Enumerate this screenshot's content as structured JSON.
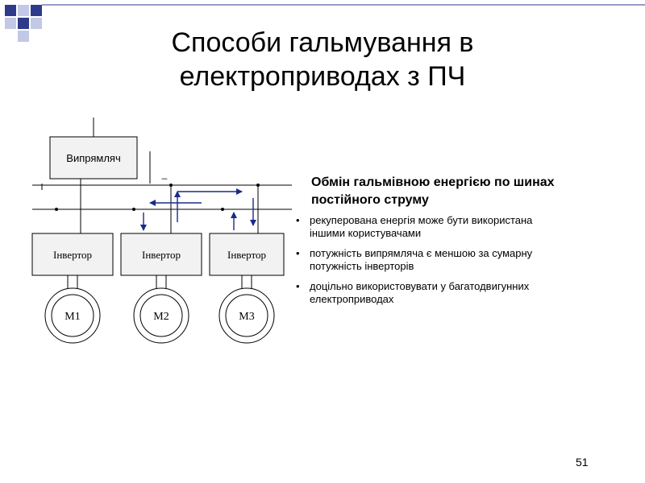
{
  "title": {
    "line1": "Способи гальмування в",
    "line2": "електроприводах з ПЧ"
  },
  "diagram": {
    "rectifier_label": "Випрямляч",
    "inverters": [
      {
        "label": "Інвертор",
        "motor": "M1"
      },
      {
        "label": "Інвертор",
        "motor": "M2"
      },
      {
        "label": "Інвертор",
        "motor": "M3"
      }
    ],
    "minus_sign": "_",
    "arrow_color": "#1a2a8a"
  },
  "content": {
    "heading_line1": "Обмін гальмівною енергією по шинах",
    "heading_line2": "постійного струму",
    "bullets": [
      {
        "line1": "рекуперована енергія може бути використана",
        "line2": "іншими користувачами"
      },
      {
        "line1": "потужність випрямляча є меншою за сумарну",
        "line2": "потужність інверторів"
      },
      {
        "line1": "доцільно використовувати у багатодвигунних",
        "line2": "електроприводах"
      }
    ],
    "bullet_symbol": "•"
  },
  "page_number": "51",
  "colors": {
    "background": "#ffffff",
    "deco_squares": "#2e3a8c",
    "deco_squares_light": "#c3c8e6",
    "box_fill": "#f2f2f2",
    "box_border": "#000000"
  }
}
